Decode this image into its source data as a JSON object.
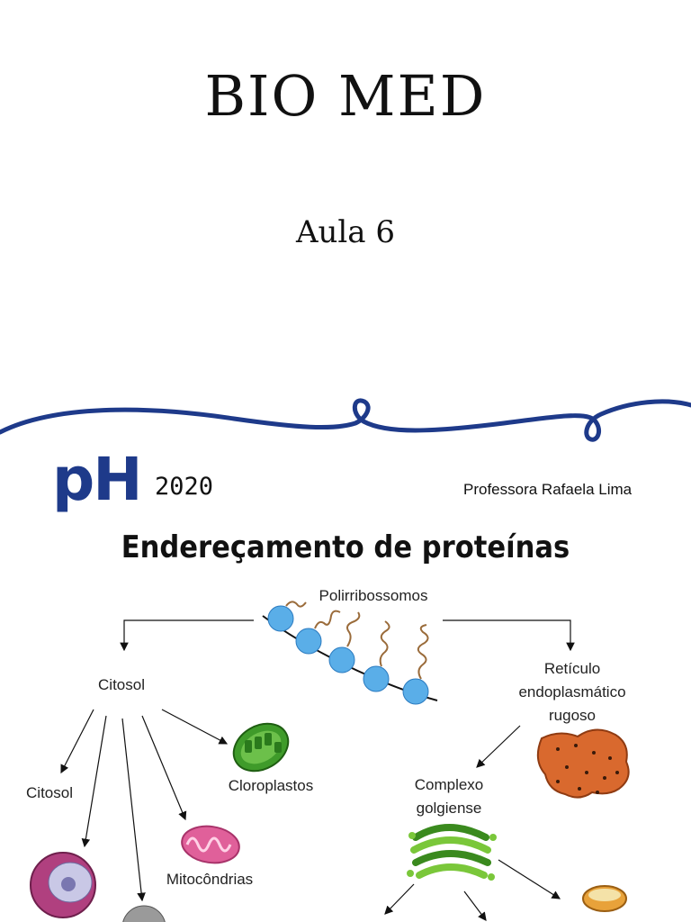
{
  "cover": {
    "title": "BIO MED",
    "subtitle": "Aula 6"
  },
  "header": {
    "logo_text": "pH",
    "year": "2020",
    "professor": "Professora Rafaela Lima"
  },
  "slide": {
    "heading": "Endereçamento de proteínas",
    "nodes": {
      "polirribossomos": "Polirribossomos",
      "citosol_main": "Citosol",
      "reticulo_line1": "Retículo",
      "reticulo_line2": "endoplasmático",
      "reticulo_line3": "rugoso",
      "citosol_leaf": "Citosol",
      "cloroplastos": "Cloroplastos",
      "mitocondrias": "Mitocôndrias",
      "complexo_line1": "Complexo",
      "complexo_line2": "golgiense"
    }
  },
  "colors": {
    "brand_blue": "#1e3a8a",
    "ribosome_blue": "#5aaee8",
    "chloroplast_green": "#3f9b2a",
    "mitochondria_pink": "#e0609a",
    "rer_orange": "#d9692e",
    "golgi_green": "#7ac73a"
  }
}
